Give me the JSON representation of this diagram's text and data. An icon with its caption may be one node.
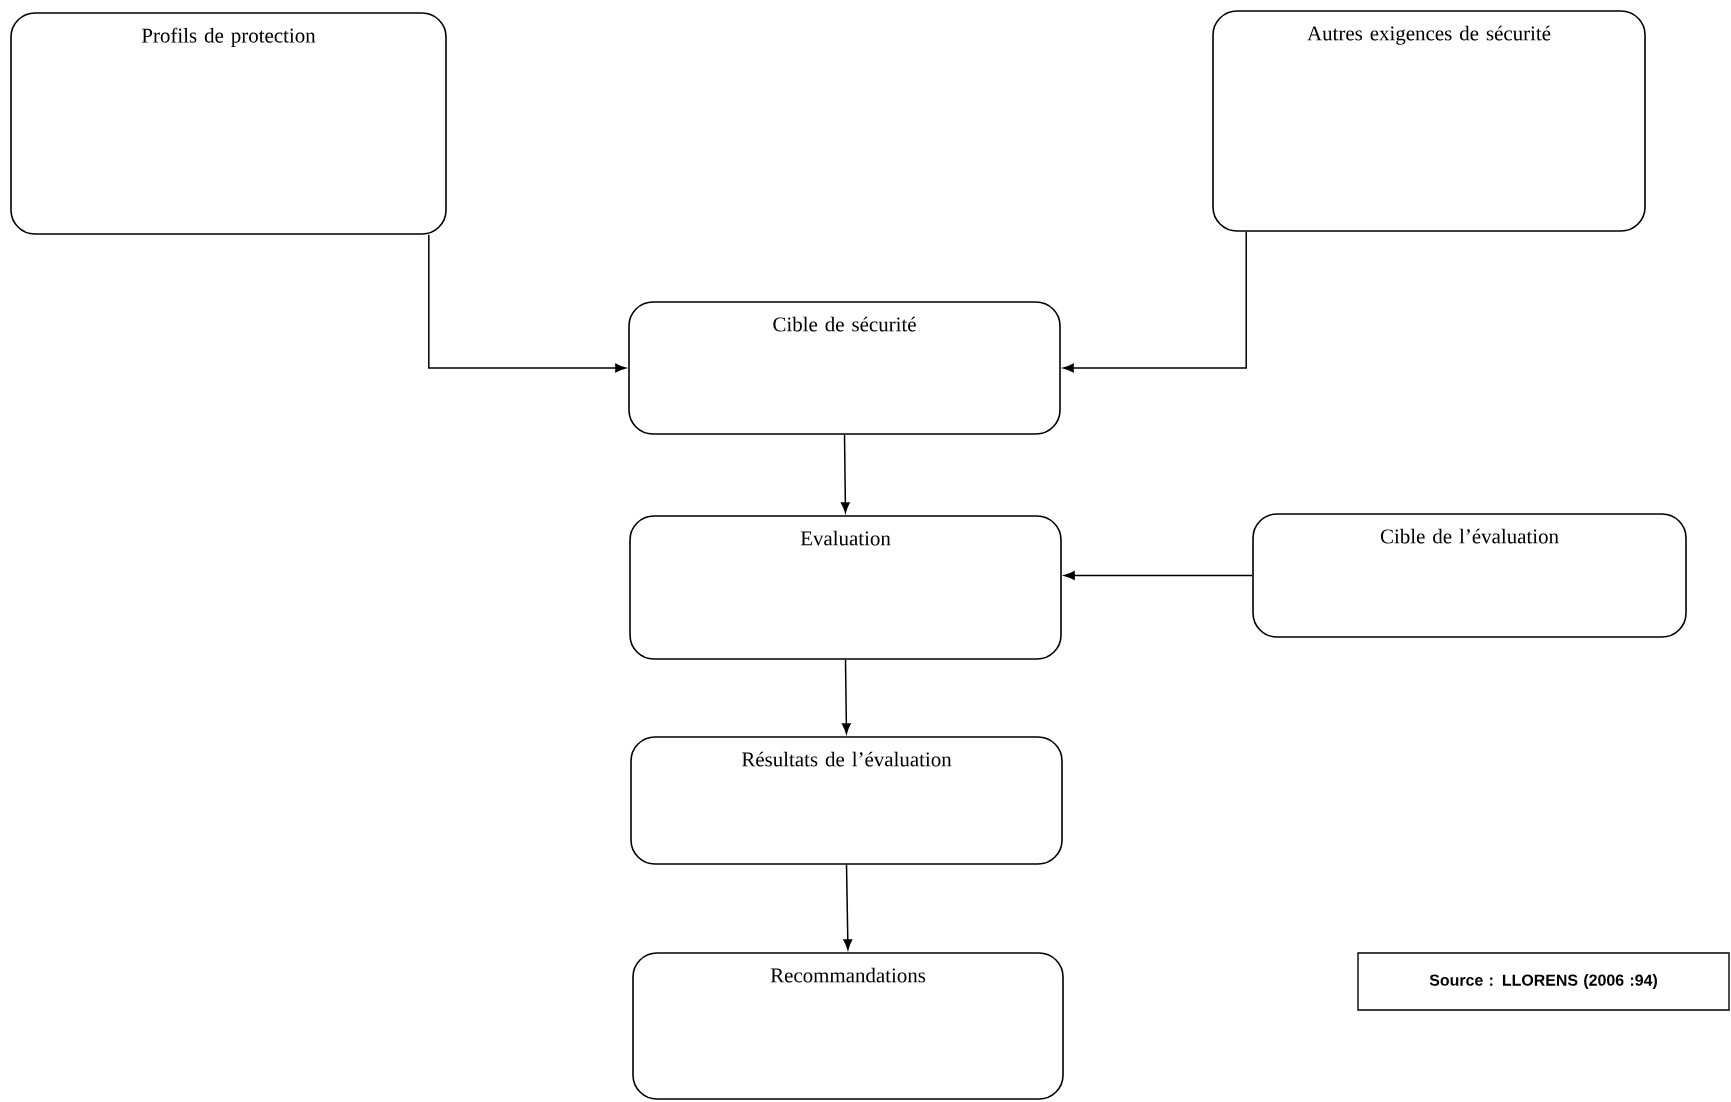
{
  "diagram": {
    "nodes": [
      {
        "text": [
          "Profils de protection"
        ]
      },
      {
        "text": [
          "Autres exigences de sécurité"
        ]
      },
      {
        "text": [
          "Cible de sécurité"
        ]
      },
      {
        "text": [
          "Evaluation"
        ]
      },
      {
        "text": [
          "Cible de l’évaluation"
        ]
      },
      {
        "text": [
          "Résultats de l’évaluation"
        ]
      },
      {
        "text": [
          "Recommandations"
        ]
      },
      {
        "text": [
          "Source : LLORENS (2006 :94)"
        ]
      }
    ],
    "edges": [
      {
        "from": 0,
        "to": 2,
        "arrow": "to"
      },
      {
        "from": 1,
        "to": 2,
        "arrow": "to"
      },
      {
        "from": 2,
        "to": 3,
        "arrow": "to"
      },
      {
        "from": 4,
        "to": 3,
        "arrow": "to"
      },
      {
        "from": 3,
        "to": 5,
        "arrow": "to"
      },
      {
        "from": 5,
        "to": 6,
        "arrow": "to"
      }
    ]
  }
}
